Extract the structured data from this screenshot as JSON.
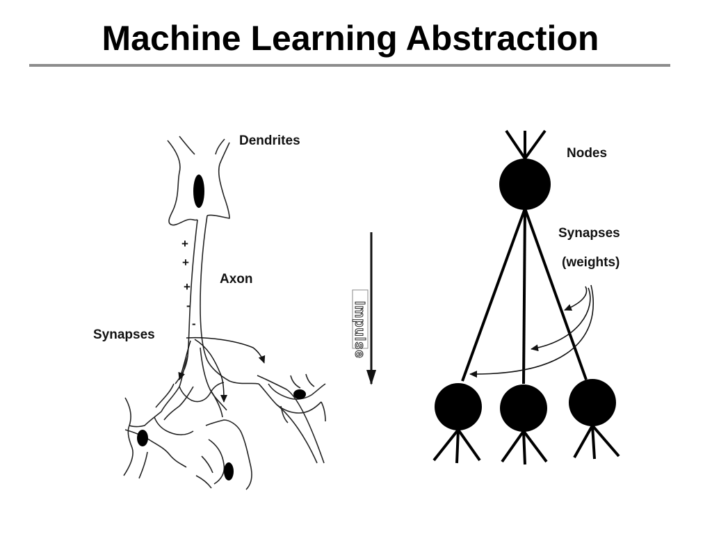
{
  "title": "Machine Learning Abstraction",
  "biological": {
    "dendrites": "Dendrites",
    "axon": "Axon",
    "synapses": "Synapses",
    "signs": [
      "+",
      "+",
      "+",
      "-",
      "-"
    ]
  },
  "impulse": "Impulse",
  "network": {
    "nodes": "Nodes",
    "synapses_line1": "Synapses",
    "synapses_line2": "(weights)"
  }
}
